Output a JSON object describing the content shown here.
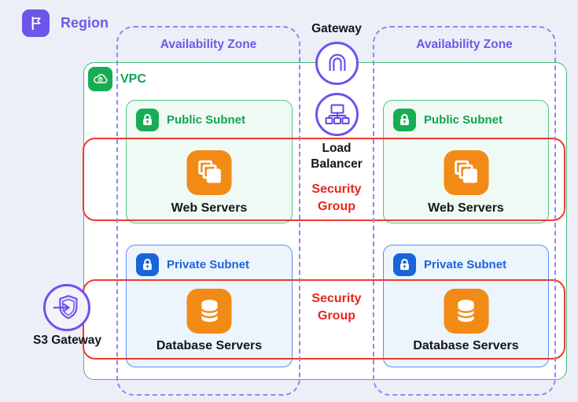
{
  "region": {
    "label": "Region"
  },
  "availability_zone": {
    "label": "Availability Zone"
  },
  "vpc": {
    "label": "VPC"
  },
  "gateway": {
    "label": "Gateway"
  },
  "load_balancer": {
    "label": "Load Balancer"
  },
  "security_group": {
    "label": "Security Group"
  },
  "s3_gateway": {
    "label": "S3 Gateway"
  },
  "public_subnet": {
    "label": "Public Subnet",
    "resource": "Web Servers"
  },
  "private_subnet": {
    "label": "Private Subnet",
    "resource": "Database Servers"
  },
  "icons": {
    "region": "flag-icon",
    "vpc": "cloud-lock-icon",
    "public_subnet": "lock-icon",
    "private_subnet": "lock-icon",
    "web_servers": "stacked-instances-icon",
    "database_servers": "database-icon",
    "gateway": "arch-gateway-icon",
    "load_balancer": "network-tree-icon",
    "s3_gateway": "shield-arrow-icon"
  },
  "colors": {
    "background": "#edeff8",
    "purple": "#6d55e8",
    "purple_dashed": "#9488ef",
    "green": "#12a355",
    "green_border": "#44b878",
    "blue": "#1b64d8",
    "blue_border": "#5a8df2",
    "red": "#e8251d",
    "orange": "#f28b16",
    "text_dark": "#15161a"
  }
}
